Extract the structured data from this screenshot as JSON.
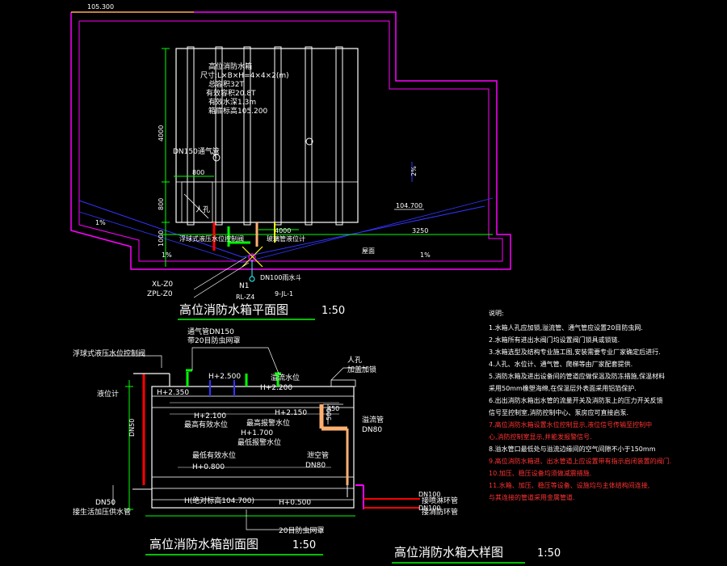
{
  "plan": {
    "top_elevation": "105.300",
    "tank_title": "高位消防水箱",
    "tank_size": "尺寸:L×B×H=4×4×2(m)",
    "tank_volume": "总容积32T",
    "tank_effective": "有效容积20.8T",
    "tank_water_depth": "有效水深1.3m",
    "tank_bottom_elev": "箱底标高105.200",
    "dim_4000_v": "4000",
    "dim_4000_h": "4000",
    "dim_800_a": "800",
    "dim_800_b": "800",
    "dim_1000": "1000",
    "dim_3250": "3250",
    "vent_label": "DN150通气管",
    "manhole": "人孔",
    "slope_1": "1%",
    "slope_2": "1%",
    "slope_3": "1%",
    "slope_2pct": "2%",
    "roof_elev": "104.700",
    "float_valve": "浮球式液压水位控制阀",
    "level_gauge": "玻璃管液位计",
    "roof_surface": "屋面",
    "drain_funnel": "DN100雨水斗",
    "pipe_xl": "XL-Z0",
    "pipe_zpl": "ZPL-Z0",
    "n1": "N1",
    "rl": "RL-Z4",
    "yl": "9-JL-1",
    "title": "高位消防水箱平面图",
    "scale": "1:50"
  },
  "section": {
    "vent": "通气管DN150",
    "vent_mesh": "带20目防虫网罩",
    "float_valve": "浮球式液压水位控制阀",
    "manhole": "人孔",
    "lock": "加盖加锁",
    "level_gauge": "液位计",
    "overflow_level": "溢流水位",
    "h2500": "H+2.500",
    "h2350": "H+2.350",
    "h2200": "H+2.200",
    "h2150": "H+2.150",
    "h2100": "H+2.100",
    "h1700": "H+1.700",
    "max_level": "最高有效水位",
    "max_alarm": "最高报警水位",
    "min_alarm": "最低报警水位",
    "min_level": "最低有效水位",
    "h0800": "H+0.800",
    "h0500": "H+0.500",
    "h_abs": "H(绝对标高104.700)",
    "dim_450": "450",
    "dim_500": "500",
    "overflow_pipe": "溢流管",
    "dn80_a": "DN80",
    "drain_pipe": "泄空管",
    "dn80_b": "DN80",
    "dn50_a": "DN50",
    "dn50_b": "DN50",
    "supply_pipe": "接生活加压供水管",
    "mesh20": "20目防虫网罩",
    "dn100_a": "DN100",
    "dn100_b": "DN100",
    "spray_loop": "接喷淋环管",
    "hydrant_loop": "接消防环管",
    "title": "高位消防水箱剖面图",
    "scale": "1:50"
  },
  "detail": {
    "title": "高位消防水箱大样图",
    "scale": "1:50"
  },
  "notes": {
    "heading": "说明:",
    "items": [
      {
        "text": "1.水箱人孔应加锁,溢流管、通气管应设置20目防虫网.",
        "color": "white"
      },
      {
        "text": "2.水箱所有进出水阀门均设置阀门锁具或锁链.",
        "color": "white"
      },
      {
        "text": "3.水箱选型及结构专业施工图,安装需要专业厂家确定后进行.",
        "color": "white"
      },
      {
        "text": "4.人孔、水位计、通气管、爬梯等由厂家配套提供.",
        "color": "white"
      },
      {
        "text": "5.消防水箱及进出设备间的管道应做保温及防冻措施,保温材料",
        "color": "white"
      },
      {
        "text": "  采用50mm橡塑海绵,在保温层外表面采用铝箔保护.",
        "color": "white"
      },
      {
        "text": "6.出出消防水箱出水管的流量开关及消防泵上的压力开关反馈",
        "color": "white"
      },
      {
        "text": "  信号至控制室,消防控制中心、泵房应可直接启泵.",
        "color": "white"
      },
      {
        "text": "7.高位消防水箱设置水位控制显示,液位信号传输至控制中",
        "color": "red"
      },
      {
        "text": "  心,消防控制室显示,并能发报警信号.",
        "color": "red"
      },
      {
        "text": "8.溢水管口最低处与溢流边缘间的空气间隙不小于150mm",
        "color": "white"
      },
      {
        "text": "9.高位消防水箱进、出水管道上应设置带有指示启闭装置的阀门.",
        "color": "red"
      },
      {
        "text": "10.加压、稳压设备均须做减震措施.",
        "color": "red"
      },
      {
        "text": "11.水箱、加压、稳压等设备、设施均与主体结构间连接,",
        "color": "red"
      },
      {
        "text": "  与其连接的管道采用金属管道.",
        "color": "red"
      }
    ]
  },
  "colors": {
    "magenta": "#ff00ff",
    "green": "#00ff00",
    "blue": "#3333ff",
    "red": "#ff0000",
    "yellow": "#ffff00",
    "cyan": "#00ffff",
    "orange": "#ffb070"
  }
}
